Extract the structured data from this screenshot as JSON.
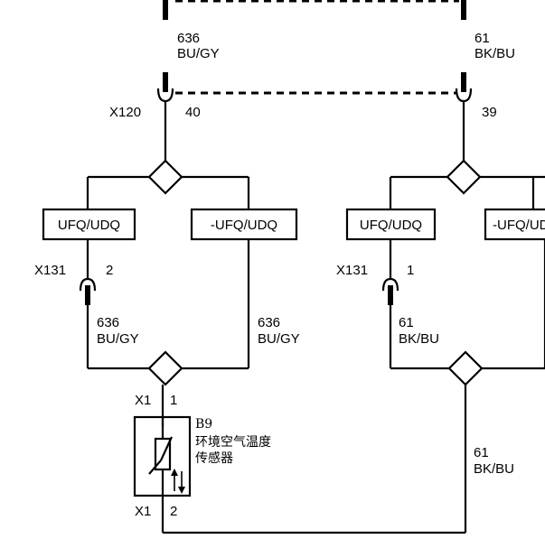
{
  "top_left_wire": {
    "id": "636",
    "color": "BU/GY"
  },
  "top_right_wire": {
    "id": "61",
    "color": "BK/BU"
  },
  "connector_x120": {
    "name": "X120",
    "pin_left": "40",
    "pin_right": "39"
  },
  "left_branch": {
    "box_left": "UFQ/UDQ",
    "box_right": "-UFQ/UDQ",
    "connector": "X131",
    "pin": "2",
    "wire_left": {
      "id": "636",
      "color": "BU/GY"
    },
    "wire_right": {
      "id": "636",
      "color": "BU/GY"
    }
  },
  "right_branch": {
    "box_left": "UFQ/UDQ",
    "box_right": "-UFQ/UDQ",
    "connector": "X131",
    "pin": "1",
    "wire_left": {
      "id": "61",
      "color": "BK/BU"
    }
  },
  "sensor": {
    "connector_top": "X1",
    "pin_top": "1",
    "connector_bottom": "X1",
    "pin_bottom": "2",
    "ref": "B9",
    "name_line1": "环境空气温度",
    "name_line2": "传感器"
  },
  "return_wire": {
    "id": "61",
    "color": "BK/BU"
  }
}
